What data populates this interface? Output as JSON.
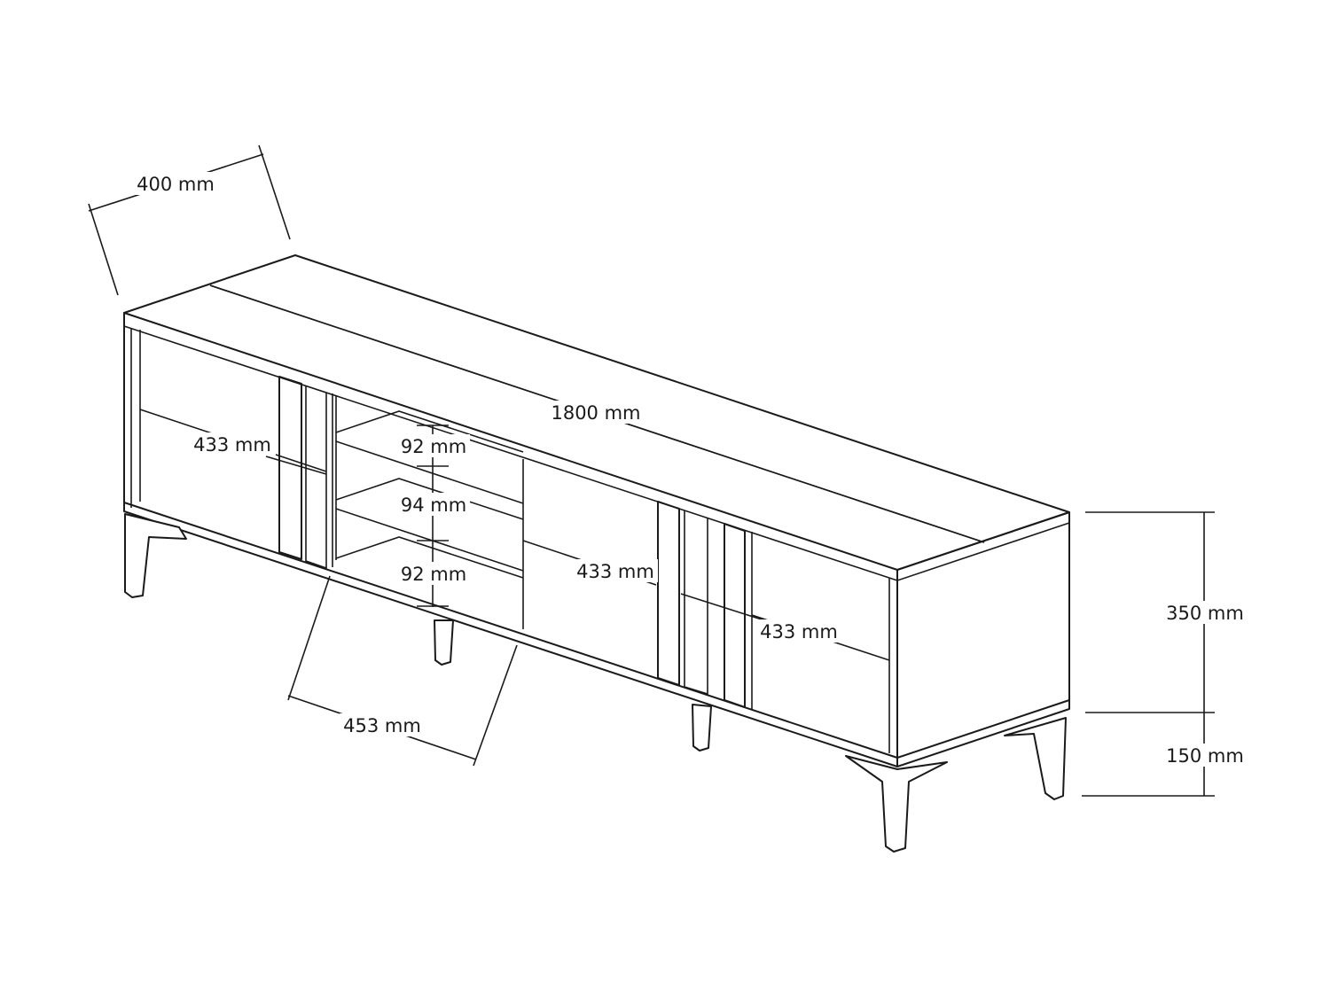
{
  "dimensions": {
    "depth": "400 mm",
    "width": "1800 mm",
    "left_door_width": "433 mm",
    "shelf_top": "92 mm",
    "shelf_mid": "94 mm",
    "shelf_bottom": "92 mm",
    "center_door_width": "433 mm",
    "right_door_width": "433 mm",
    "leg_spacing": "453 mm",
    "body_height": "350 mm",
    "leg_height": "150 mm"
  },
  "colors": {
    "line": "#1a1a1a",
    "background": "#ffffff"
  }
}
